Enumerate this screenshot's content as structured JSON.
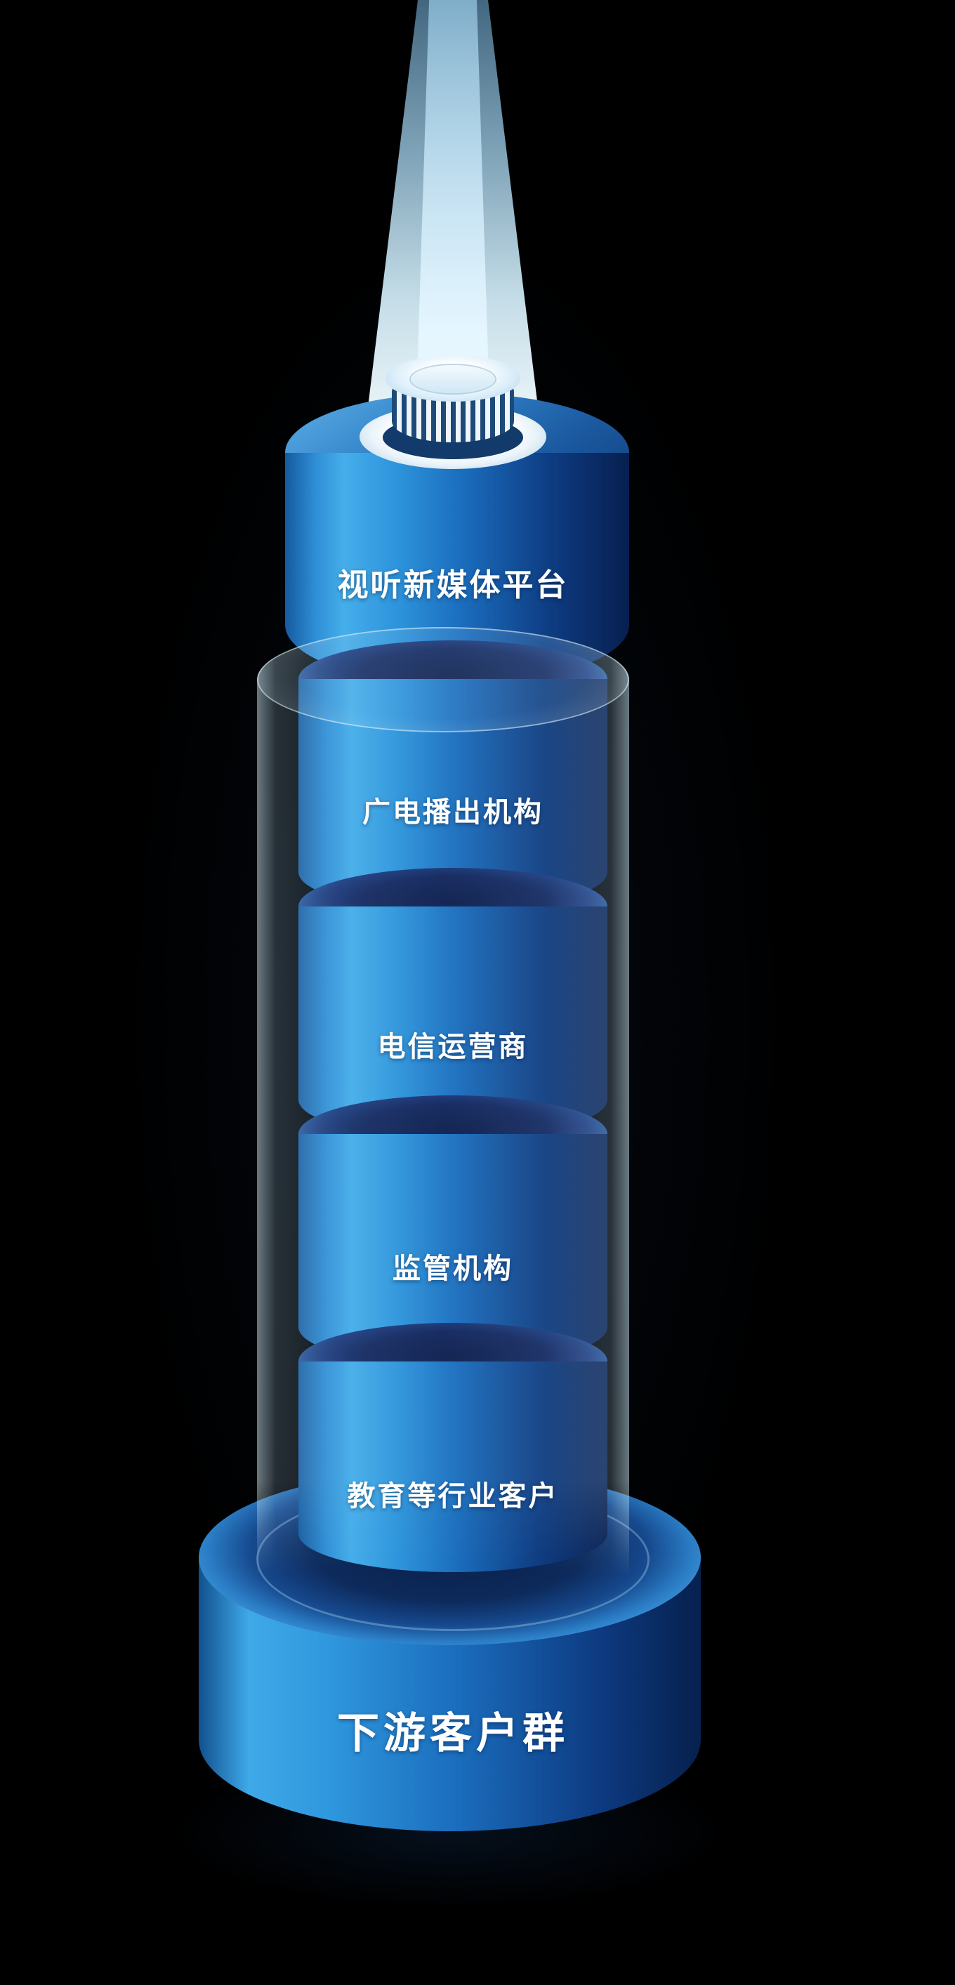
{
  "tower": {
    "layers": [
      {
        "label": "视听新媒体平台"
      },
      {
        "label": "广电播出机构"
      },
      {
        "label": "电信运营商"
      },
      {
        "label": "监管机构"
      },
      {
        "label": "教育等行业客户"
      }
    ],
    "base": {
      "label": "下游客户群"
    },
    "colors": {
      "background": "#000000",
      "cylinder_bright": "#45aeea",
      "cylinder_dark": "#081f50",
      "top_face_dark": "#0d1c4a",
      "beam_light": "#d6f0fc",
      "glass_tube": "#bfe3f8",
      "text": "#ffffff"
    }
  }
}
